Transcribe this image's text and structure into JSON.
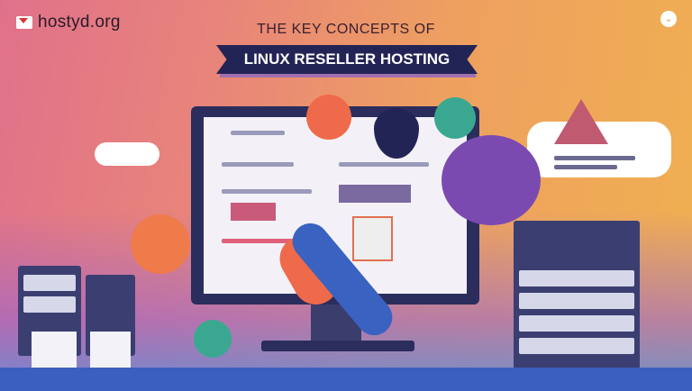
{
  "brand": {
    "name": "hostyd.org",
    "icon": "envelope-logo-icon"
  },
  "header": {
    "subtitle": "THE KEY CONCEPTS OF",
    "title": "LINUX RESELLER HOSTING"
  },
  "controls": {
    "expand_icon": "chevron-down-icon"
  },
  "colors": {
    "ribbon": "#232456",
    "accent_orange": "#ef7a4a",
    "accent_purple": "#7a4ab0",
    "accent_teal": "#3aa890"
  }
}
